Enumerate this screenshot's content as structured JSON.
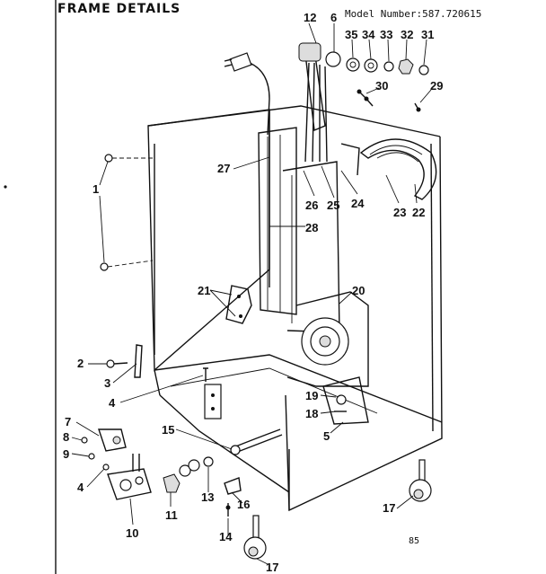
{
  "header": {
    "title": "FRAME DETAILS",
    "model_label": "Model Number:587.720615"
  },
  "footer": {
    "code": "85"
  },
  "callouts": [
    "12",
    "6",
    "35",
    "34",
    "33",
    "32",
    "31",
    "30",
    "29",
    "1",
    "27",
    "26",
    "25",
    "24",
    "23",
    "22",
    "28",
    "21",
    "20",
    "2",
    "3",
    "4",
    "19",
    "18",
    "5",
    "15",
    "7",
    "8",
    "9",
    "4",
    "10",
    "11",
    "13",
    "16",
    "14",
    "17",
    "17"
  ]
}
